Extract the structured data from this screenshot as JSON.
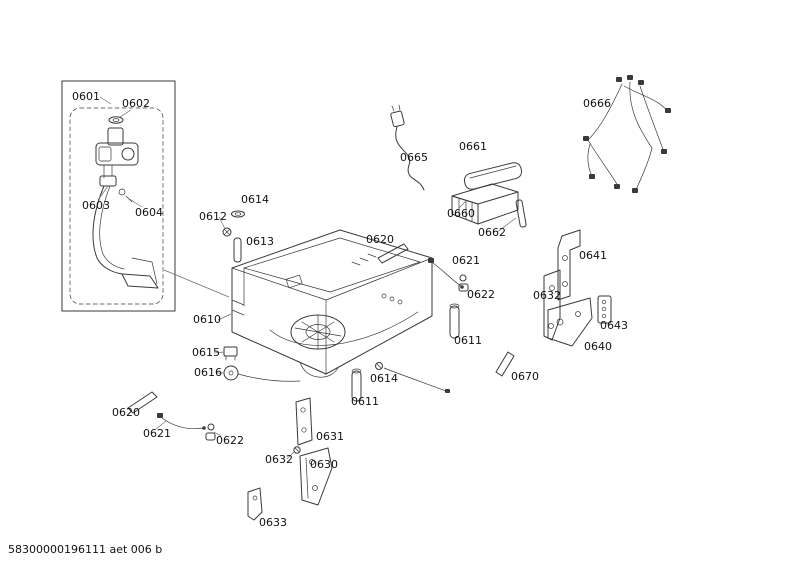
{
  "page": {
    "doc_number": "58300000196111 aet 006 b"
  },
  "colors": {
    "line": "#3a3a3a",
    "label_text": "#111111",
    "background": "#ffffff"
  },
  "diagram": {
    "type": "exploded-parts-diagram",
    "callouts": [
      "0601",
      "0602",
      "0603",
      "0604",
      "0610",
      "0611",
      "0612",
      "0613",
      "0614",
      "0615",
      "0616",
      "0620",
      "0621",
      "0622",
      "0630",
      "0631",
      "0632",
      "0633",
      "0640",
      "0641",
      "0643",
      "0660",
      "0661",
      "0662",
      "0665",
      "0666",
      "0670"
    ]
  },
  "parts": {
    "p0601": "0601",
    "p0602": "0602",
    "p0603": "0603",
    "p0604": "0604",
    "p0610": "0610",
    "p0611": "0611",
    "p0612": "0612",
    "p0613": "0613",
    "p0614": "0614",
    "p0615": "0615",
    "p0616": "0616",
    "p0620": "0620",
    "p0621": "0621",
    "p0622": "0622",
    "p0630": "0630",
    "p0631": "0631",
    "p0632": "0632",
    "p0633": "0633",
    "p0640": "0640",
    "p0641": "0641",
    "p0643": "0643",
    "p0660": "0660",
    "p0661": "0661",
    "p0662": "0662",
    "p0665": "0665",
    "p0666": "0666",
    "p0670": "0670"
  }
}
